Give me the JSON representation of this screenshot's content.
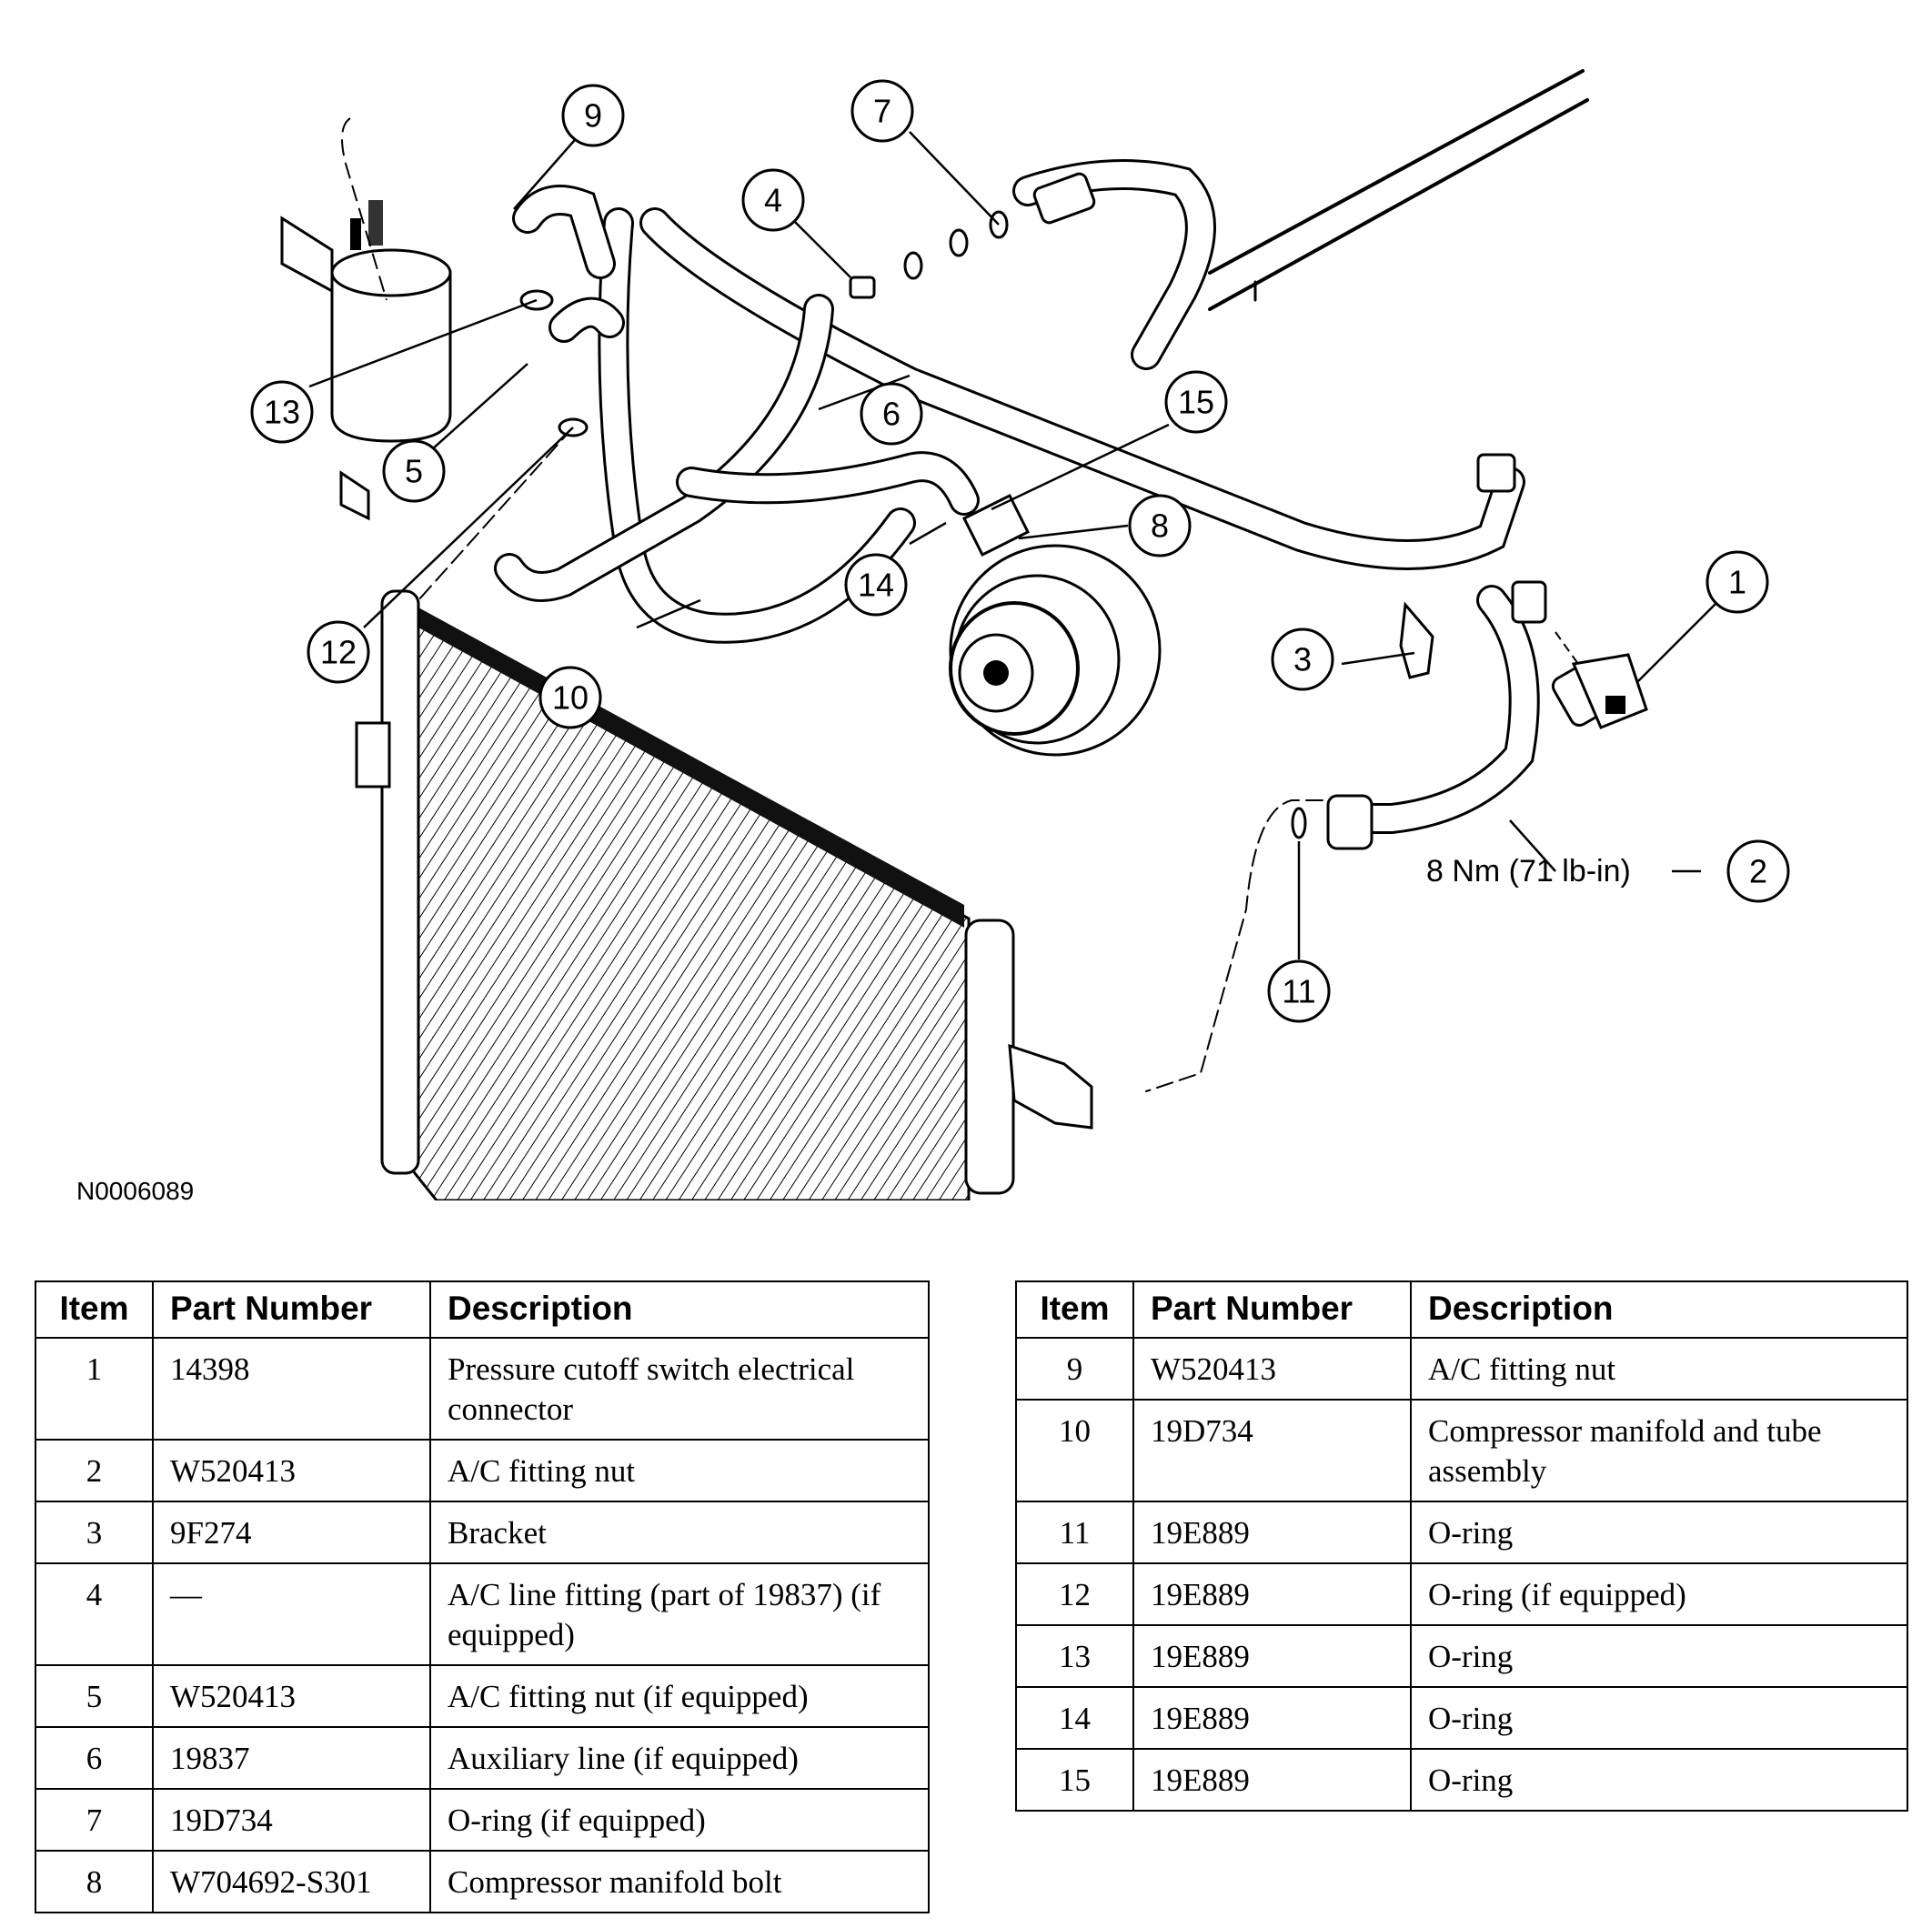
{
  "figure": {
    "id": "N0006089",
    "torque_label": "8 Nm (71 lb-in)",
    "callouts": [
      "1",
      "2",
      "3",
      "4",
      "5",
      "6",
      "7",
      "8",
      "9",
      "10",
      "11",
      "12",
      "13",
      "14",
      "15"
    ]
  },
  "table_headers": {
    "item": "Item",
    "part_number": "Part Number",
    "description": "Description"
  },
  "parts_left": [
    {
      "item": "1",
      "part_number": "14398",
      "description": "Pressure cutoff switch electrical connector"
    },
    {
      "item": "2",
      "part_number": "W520413",
      "description": "A/C fitting nut"
    },
    {
      "item": "3",
      "part_number": "9F274",
      "description": "Bracket"
    },
    {
      "item": "4",
      "part_number": "—",
      "description": "A/C line fitting (part of 19837) (if equipped)"
    },
    {
      "item": "5",
      "part_number": "W520413",
      "description": "A/C fitting nut (if equipped)"
    },
    {
      "item": "6",
      "part_number": "19837",
      "description": "Auxiliary line (if equipped)"
    },
    {
      "item": "7",
      "part_number": "19D734",
      "description": "O-ring (if equipped)"
    },
    {
      "item": "8",
      "part_number": "W704692-S301",
      "description": "Compressor manifold bolt"
    }
  ],
  "parts_right": [
    {
      "item": "9",
      "part_number": "W520413",
      "description": "A/C fitting nut"
    },
    {
      "item": "10",
      "part_number": "19D734",
      "description": "Compressor manifold and tube assembly"
    },
    {
      "item": "11",
      "part_number": "19E889",
      "description": "O-ring"
    },
    {
      "item": "12",
      "part_number": "19E889",
      "description": "O-ring (if equipped)"
    },
    {
      "item": "13",
      "part_number": "19E889",
      "description": "O-ring"
    },
    {
      "item": "14",
      "part_number": "19E889",
      "description": "O-ring"
    },
    {
      "item": "15",
      "part_number": "19E889",
      "description": "O-ring"
    }
  ]
}
